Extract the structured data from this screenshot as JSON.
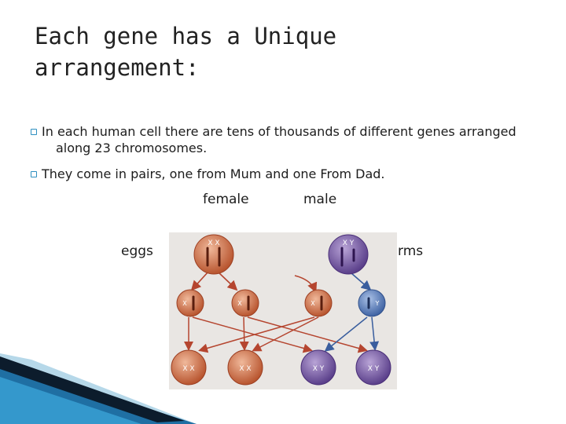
{
  "slide": {
    "title_line1": "Each gene has a Unique",
    "title_line2": "arrangement:",
    "bullets": [
      "In each human cell there are tens of thousands of different genes arranged along 23 chromosomes.",
      "They come in pairs, one from Mum and one From Dad."
    ]
  },
  "figure": {
    "label_female": "female",
    "label_male": "male",
    "label_eggs": "eggs",
    "label_sperms": "rms",
    "parent_female_chromosomes": "X X",
    "parent_male_chromosomes": "X Y",
    "egg_chromosome": "X",
    "sperm_x_chromosome": "X",
    "sperm_y_chromosome": "Y",
    "offspring": [
      "X X",
      "X X",
      "X Y",
      "X Y"
    ]
  },
  "colors": {
    "female_cell": "#c96b4a",
    "male_cell": "#6b4f99",
    "sperm_y_cell": "#4f73b3",
    "arrow": "#b5452f",
    "arrow_blue": "#3a5e9e",
    "bullet_accent": "#2e8fc0"
  }
}
